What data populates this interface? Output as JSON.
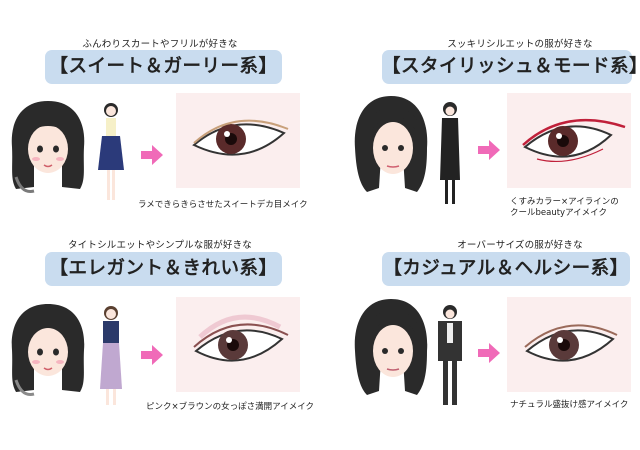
{
  "panels": [
    {
      "preference": "ふんわりスカートやフリルが好きな",
      "style_title": "【スイート＆ガーリー系】",
      "caption_lines": [
        "ラメできらきらさせたスイートデカ目メイク"
      ],
      "liner_color": "#c8a07a"
    },
    {
      "preference": "スッキリシルエットの服が好きな",
      "style_title": "【スタイリッシュ＆モード系】",
      "caption_lines": [
        "くすみカラー×アイラインの",
        "クールbeautyアイメイク"
      ],
      "liner_color": "#c0203a"
    },
    {
      "preference": "タイトシルエットやシンプルな服が好きな",
      "style_title": "【エレガント＆きれい系】",
      "caption_lines": [
        "ピンク×ブラウンの女っぽさ満開アイメイク"
      ],
      "liner_color": "#8a5050"
    },
    {
      "preference": "オーバーサイズの服が好きな",
      "style_title": "【カジュアル＆ヘルシー系】",
      "caption_lines": [
        "ナチュラル盛抜け感アイメイク"
      ],
      "liner_color": "#9a6a5a"
    }
  ],
  "colors": {
    "banner_bg": "#c9dcef",
    "arrow": "#f06ab8",
    "eye_panel_bg": "#fbeeee"
  }
}
